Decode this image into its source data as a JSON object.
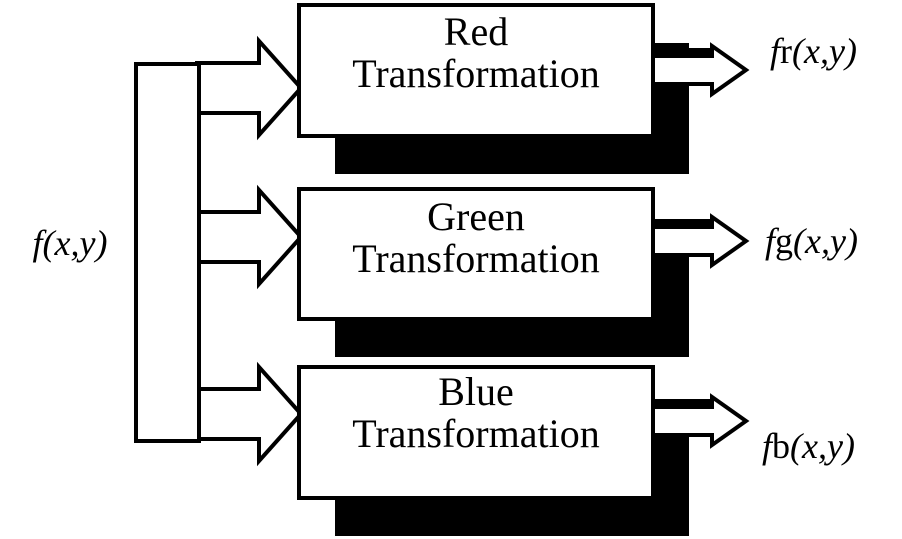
{
  "diagram": {
    "input_label": "f(x,y)",
    "boxes": [
      {
        "line1": "Red",
        "line2": "Transformation"
      },
      {
        "line1": "Green",
        "line2": "Transformation"
      },
      {
        "line1": "Blue",
        "line2": "Transformation"
      }
    ],
    "outputs": [
      {
        "f": "f",
        "channel": "r",
        "args": "(x,y)"
      },
      {
        "f": "f",
        "channel": "g",
        "args": "(x,y)"
      },
      {
        "f": "f",
        "channel": "b",
        "args": "(x,y)"
      }
    ],
    "colors": {
      "stroke": "#000000",
      "fill": "#ffffff",
      "shadow": "#000000",
      "background": "#ffffff"
    }
  }
}
